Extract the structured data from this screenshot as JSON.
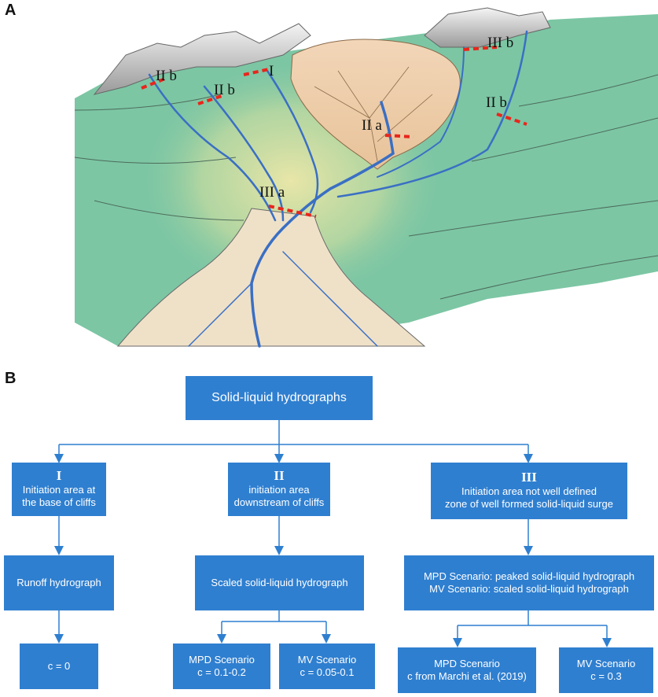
{
  "panels": {
    "a": "A",
    "b": "B"
  },
  "sections": [
    "II b",
    "II b",
    "I",
    "II a",
    "III a",
    "III b",
    "II b"
  ],
  "flowchart": {
    "root": "Solid-liquid hydrographs",
    "col1": {
      "roman": "I",
      "desc": [
        "Initiation area at",
        "the base of cliffs"
      ],
      "method": "Runoff hydrograph",
      "coef": "c = 0"
    },
    "col2": {
      "roman": "II",
      "desc": [
        "initiation area",
        "downstream of cliffs"
      ],
      "method": "Scaled solid-liquid hydrograph",
      "leaves": [
        {
          "title": "MPD Scenario",
          "coef": "c = 0.1-0.2"
        },
        {
          "title": "MV Scenario",
          "coef": "c = 0.05-0.1"
        }
      ]
    },
    "col3": {
      "roman": "III",
      "desc": [
        "Initiation area not well defined",
        "zone of well formed solid-liquid surge"
      ],
      "method": [
        "MPD  Scenario: peaked solid-liquid hydrograph",
        "MV Scenario: scaled solid-liquid hydrograph"
      ],
      "leaves": [
        {
          "title": "MPD Scenario",
          "coef": "c from Marchi et al. (2019)"
        },
        {
          "title": "MV Scenario",
          "coef": "c = 0.3"
        }
      ]
    }
  },
  "colors": {
    "box": "#2f7fd0",
    "arrow": "#2f7fd0",
    "terrain": "#7cc6a4",
    "fan": "#efe1c8",
    "channel": "#3a6fc4",
    "section": "#e8261c"
  }
}
